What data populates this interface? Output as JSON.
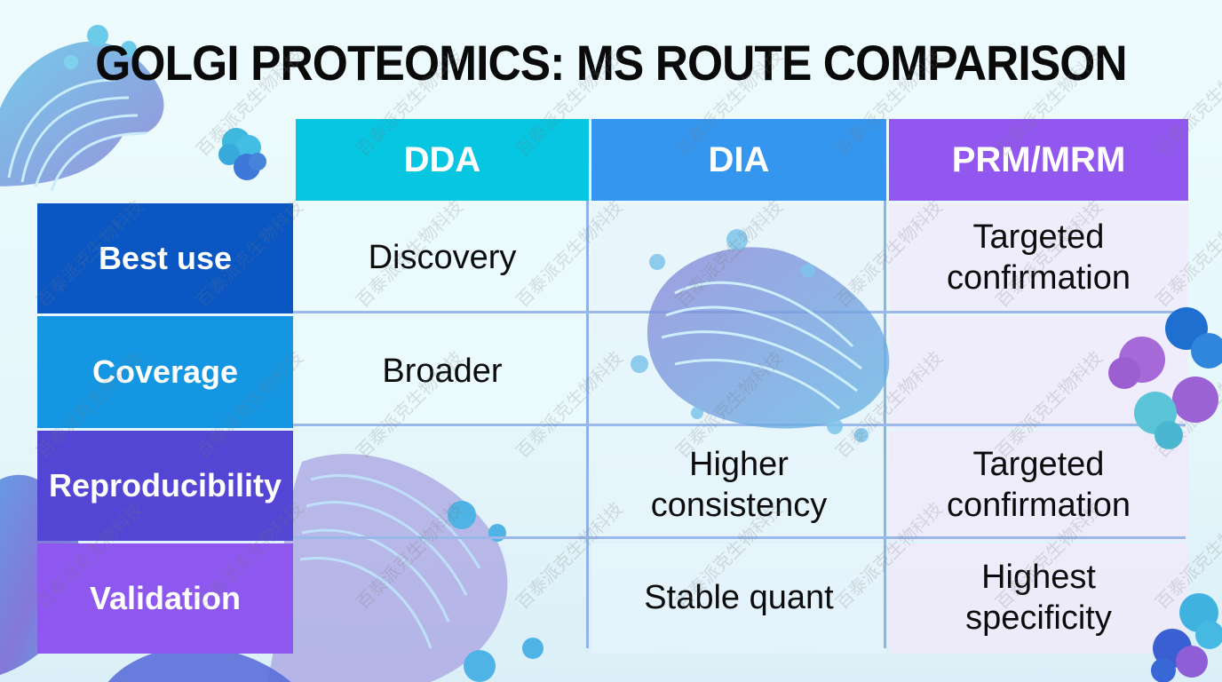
{
  "title": "GOLGI PROTEOMICS: MS ROUTE COMPARISON",
  "watermark": "百泰派克生物科技",
  "columns": [
    {
      "label": "DDA",
      "color": "#06c6e2"
    },
    {
      "label": "DIA",
      "color": "#3596f0"
    },
    {
      "label": "PRM/MRM",
      "color": "#9157ef"
    }
  ],
  "rows": [
    {
      "label": "Best use",
      "color": "#0a57c4",
      "cells": [
        "Discovery",
        "",
        "Targeted confirmation"
      ]
    },
    {
      "label": "Coverage",
      "color": "#1496e3",
      "cells": [
        "Broader",
        "",
        ""
      ]
    },
    {
      "label": "Reproducibility",
      "color": "#5346d4",
      "cells": [
        "",
        "Higher consistency",
        "Targeted confirmation"
      ]
    },
    {
      "label": "Validation",
      "color": "#8e58f0",
      "cells": [
        "",
        "Stable quant",
        "Highest specificity"
      ]
    }
  ],
  "colors": {
    "background": "#eaf8fb",
    "grid_line": "#8fb2e8",
    "golgi_purple": "#8a7fd6",
    "golgi_blue": "#6fb3e6",
    "protein_cyan": "#3fb8e0",
    "protein_purple": "#a06ad8"
  },
  "illustrations": [
    "golgi-apparatus-top-left",
    "golgi-apparatus-center",
    "golgi-apparatus-bottom-left",
    "protein-cluster-top-left",
    "protein-cluster-right",
    "protein-cluster-bottom-right"
  ]
}
